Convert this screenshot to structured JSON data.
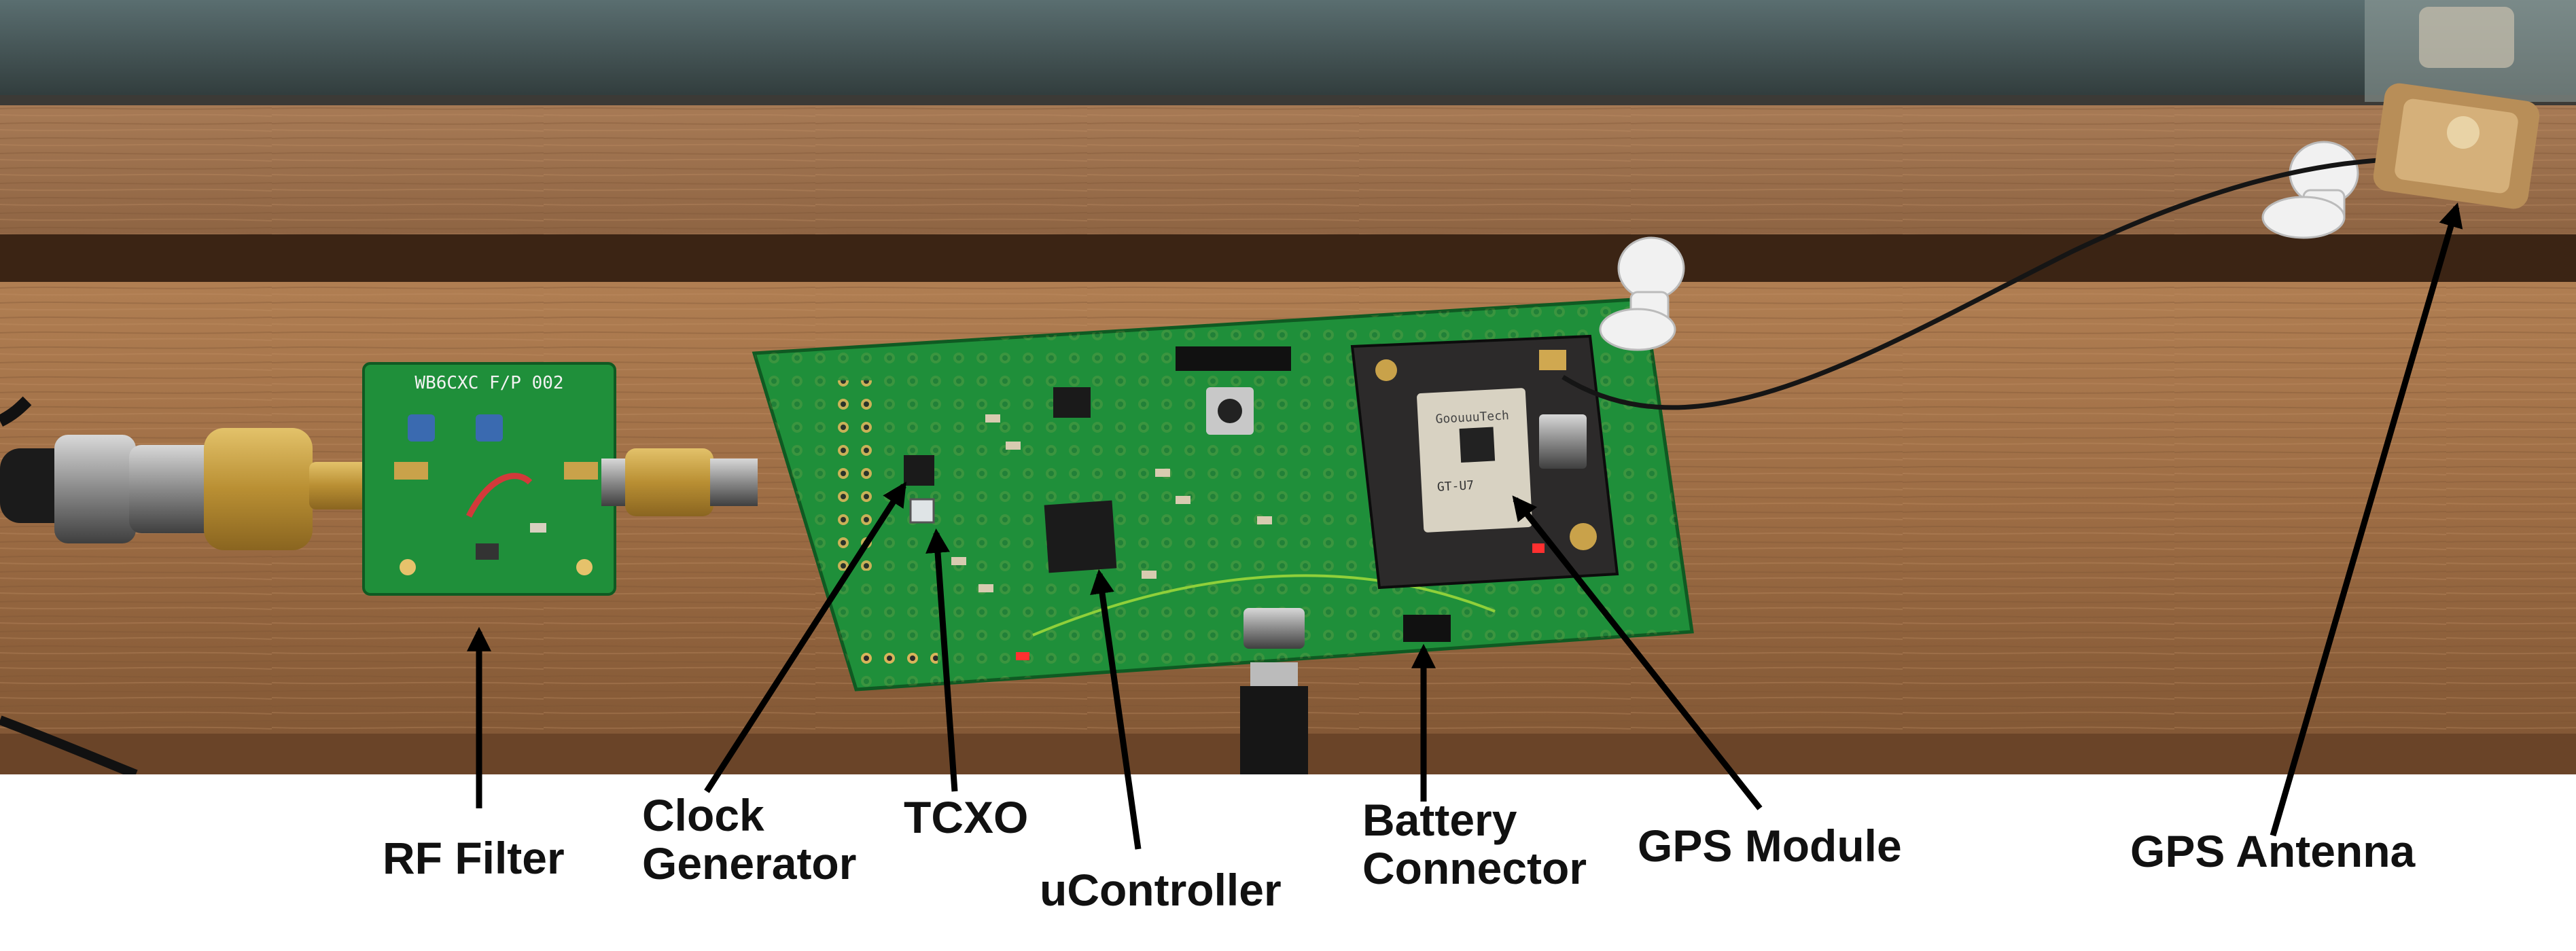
{
  "photo": {
    "filter_board_silkscreen": "WB6CXC F/P 002",
    "gps_module_brand": "GoouuuTech",
    "gps_module_model": "GT-U7"
  },
  "labels": {
    "rf_filter": "RF Filter",
    "clock_generator_line1": "Clock",
    "clock_generator_line2": "Generator",
    "tcxo": "TCXO",
    "ucontroller": "uController",
    "battery_connector_line1": "Battery",
    "battery_connector_line2": "Connector",
    "gps_module": "GPS Module",
    "gps_antenna": "GPS Antenna"
  },
  "colors": {
    "pcb_green": "#1f8f3a",
    "wood": "#9a6a42",
    "brass": "#c9a24a",
    "arrow": "#000000",
    "label_text": "#111111"
  }
}
